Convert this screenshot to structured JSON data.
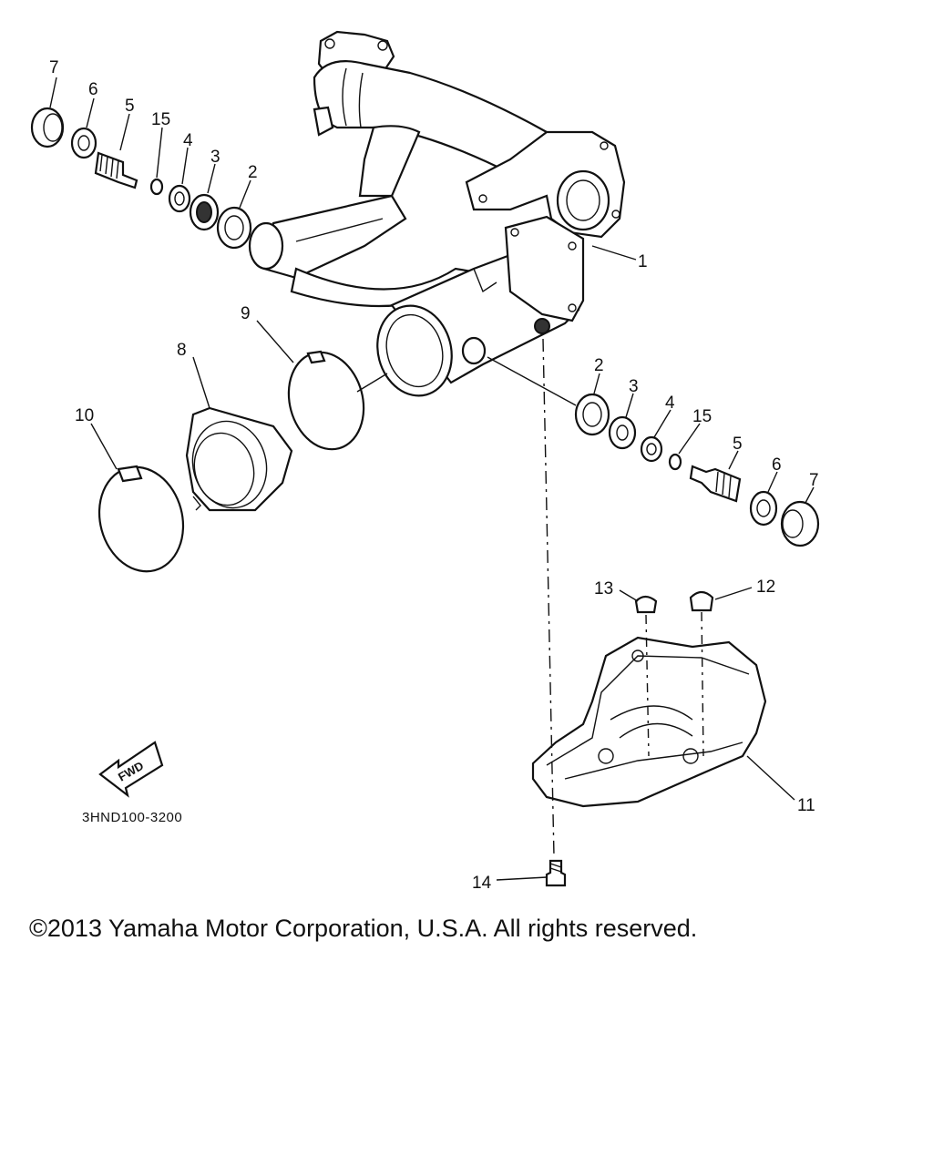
{
  "diagram": {
    "drawing_code": "3HND100-3200",
    "direction_label": "FWD",
    "copyright": "©2013 Yamaha Motor Corporation, U.S.A. All rights reserved.",
    "callouts": {
      "c1": "1",
      "c2_left": "2",
      "c3_left": "3",
      "c4_left": "4",
      "c15_left": "15",
      "c5_left": "5",
      "c6_left": "6",
      "c7_left": "7",
      "c8": "8",
      "c9": "9",
      "c10": "10",
      "c2_right": "2",
      "c3_right": "3",
      "c4_right": "4",
      "c15_right": "15",
      "c5_right": "5",
      "c6_right": "6",
      "c7_right": "7",
      "c11": "11",
      "c12": "12",
      "c13": "13",
      "c14": "14"
    }
  }
}
